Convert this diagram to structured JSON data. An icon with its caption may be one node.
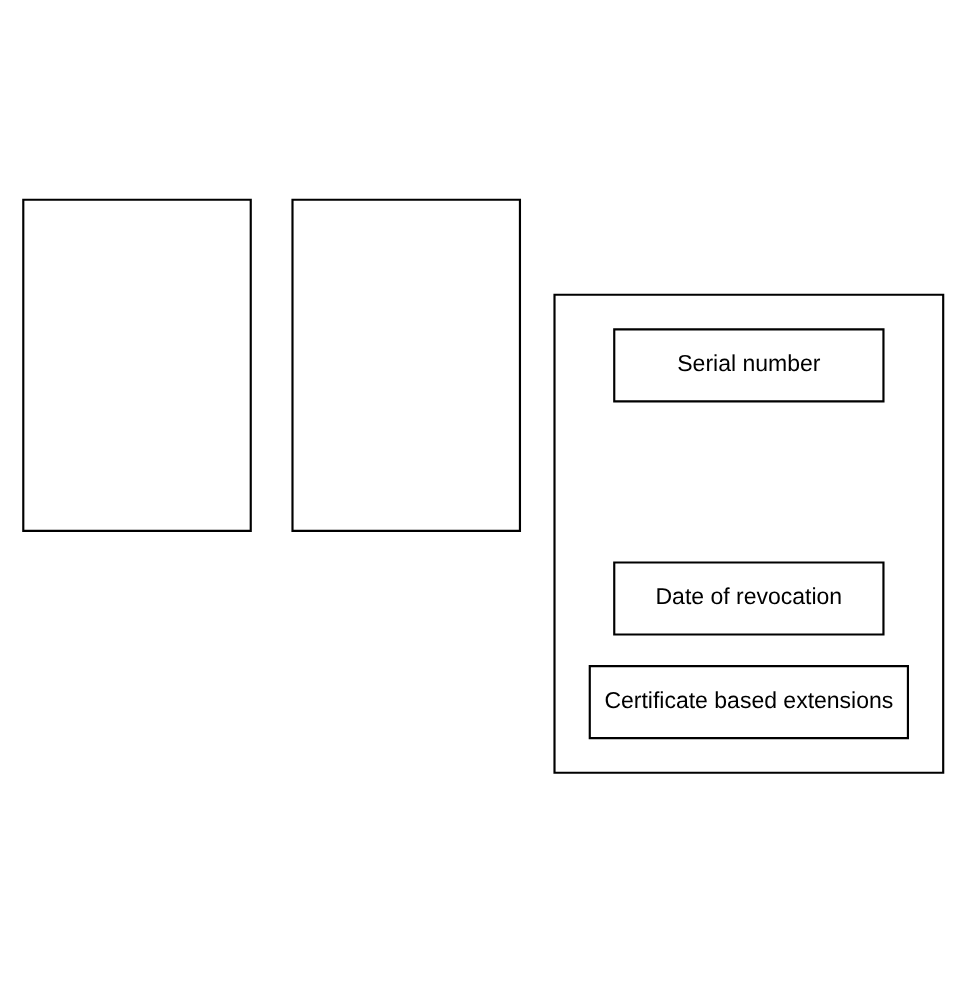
{
  "diagram": {
    "nodes": [
      {
        "text": [],
        "shape": "box"
      },
      {
        "text": [],
        "shape": "box"
      },
      {
        "text": [],
        "shape": "box"
      },
      {
        "text": [
          "Serial number"
        ],
        "in": 2
      },
      {
        "text": [
          "Date of revocation"
        ],
        "in": 2
      },
      {
        "text": [
          "Certificate based extensions"
        ],
        "in": 2
      }
    ],
    "edges": []
  }
}
